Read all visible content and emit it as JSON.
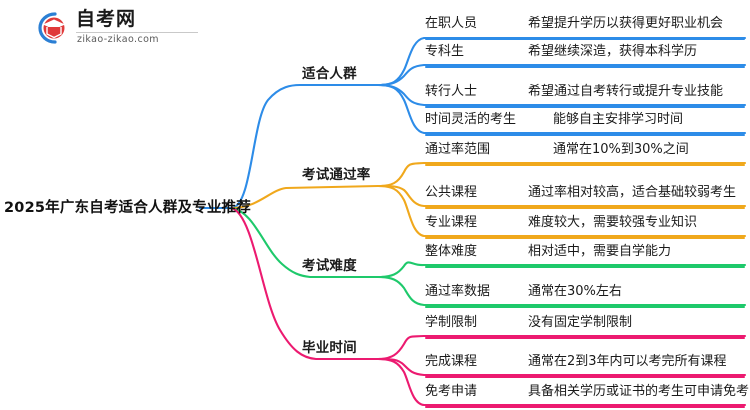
{
  "logo": {
    "name_cn": "自考网",
    "url": "zikao-zikao.com",
    "mark_icon": "graduation-cap-icon",
    "arc_color": "#2b7fd4",
    "cap_color": "#e03a3a"
  },
  "mindmap": {
    "root": {
      "label": "2025年广东自考适合人群及专业推荐"
    },
    "branches": [
      {
        "label": "适合人群",
        "color": "#2d8ce8",
        "children": [
          {
            "name": "在职人员",
            "desc": "希望提升学历以获得更好职业机会"
          },
          {
            "name": "专科生",
            "desc": "希望继续深造，获得本科学历"
          },
          {
            "name": "转行人士",
            "desc": "希望通过自考转行或提升专业技能"
          },
          {
            "name": "时间灵活的考生",
            "desc": "能够自主安排学习时间"
          }
        ]
      },
      {
        "label": "考试通过率",
        "color": "#f0a81c",
        "children": [
          {
            "name": "通过率范围",
            "desc": "通常在10%到30%之间"
          },
          {
            "name": "公共课程",
            "desc": "通过率相对较高，适合基础较弱考生"
          },
          {
            "name": "专业课程",
            "desc": "难度较大，需要较强专业知识"
          }
        ]
      },
      {
        "label": "考试难度",
        "color": "#1ec96b",
        "children": [
          {
            "name": "整体难度",
            "desc": "相对适中，需要自学能力"
          },
          {
            "name": "通过率数据",
            "desc": "通常在30%左右"
          }
        ]
      },
      {
        "label": "毕业时间",
        "color": "#ec1a70",
        "children": [
          {
            "name": "学制限制",
            "desc": "没有固定学制限制"
          },
          {
            "name": "完成课程",
            "desc": "通常在2到3年内可以考完所有课程"
          },
          {
            "name": "免考申请",
            "desc": "具备相关学历或证书的考生可申请免考"
          }
        ]
      }
    ]
  }
}
